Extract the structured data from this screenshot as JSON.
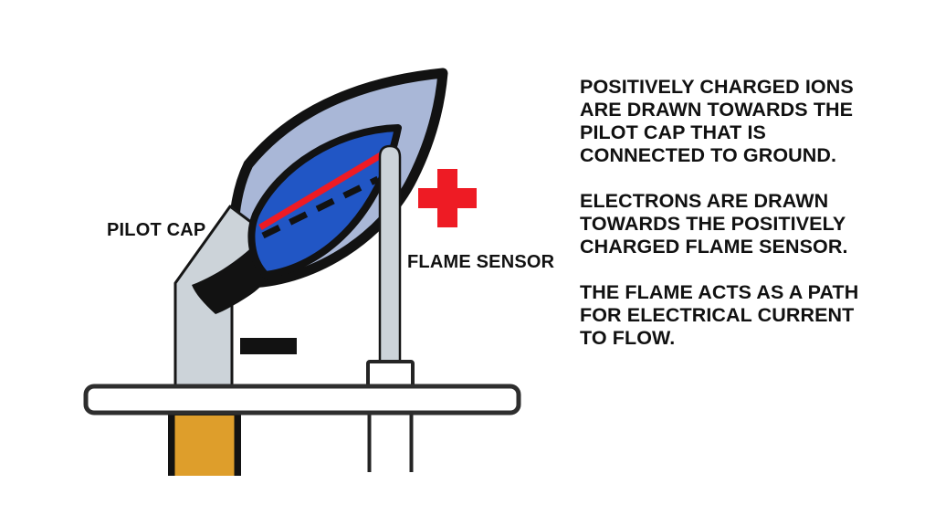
{
  "colors": {
    "background": "#ffffff",
    "outline": "#121212",
    "flame_outer": "#a9b7d7",
    "flame_inner": "#2156c5",
    "metal": "#ccd3d9",
    "bracket_fill": "#ffffff",
    "bracket_stroke": "#2e2e2e",
    "charge_red": "#ee1b24",
    "gas_orange": "#de9e2b"
  },
  "diagram": {
    "pilot_cap_label": "PILOT CAP",
    "flame_sensor_label": "FLAME SENSOR",
    "positive_symbol_icon": "plus",
    "negative_symbol_icon": "minus"
  },
  "info_panel": {
    "paragraphs": [
      {
        "lines": [
          "POSITIVELY CHARGED IONS",
          "ARE DRAWN TOWARDS THE",
          "PILOT CAP THAT IS",
          "CONNECTED TO GROUND."
        ]
      },
      {
        "lines": [
          "ELECTRONS ARE DRAWN",
          "TOWARDS THE POSITIVELY",
          "CHARGED FLAME SENSOR."
        ]
      },
      {
        "lines": [
          "THE FLAME ACTS AS A PATH",
          "FOR ELECTRICAL CURRENT",
          "TO FLOW."
        ]
      }
    ]
  }
}
